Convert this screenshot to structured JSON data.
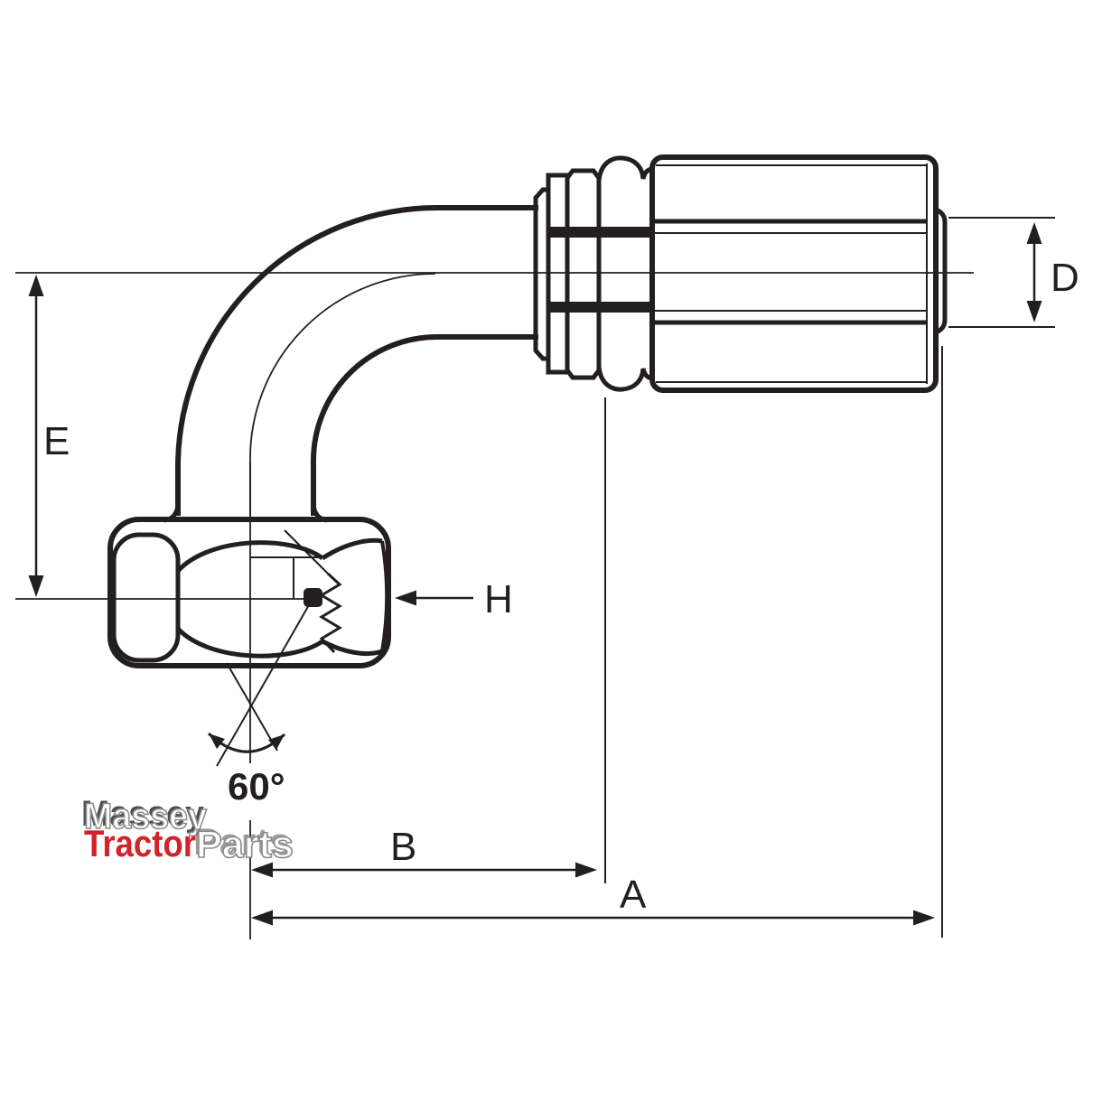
{
  "diagram": {
    "description": "Technical dimension drawing of a 90-degree elbow female hydraulic hose fitting",
    "labels": {
      "e": "E",
      "d": "D",
      "h": "H",
      "b": "B",
      "a": "A",
      "angle": "60°"
    },
    "logo": {
      "line1": "Massey",
      "line2_red": "Tractor",
      "line2_gray": "Parts"
    },
    "colors": {
      "line": "#231f20",
      "logo_red": "#d2232a",
      "logo_outline_gray": "#8c8c8c",
      "logo_shadow_gray": "#4d4d4d",
      "background": "#ffffff"
    }
  }
}
